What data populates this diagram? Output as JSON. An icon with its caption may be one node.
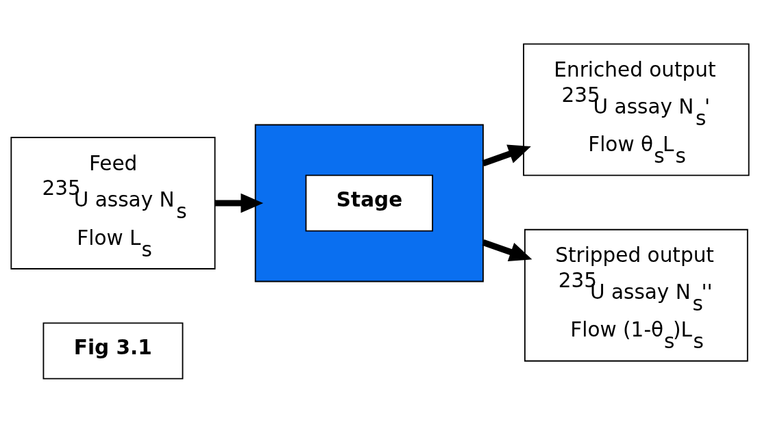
{
  "diagram": {
    "nodes": [
      {
        "text": [
          "Fig 3.1"
        ]
      },
      {
        "text": [
          "Feed",
          "$^{235}$U assay N$_{s}$",
          "Flow L$_{s}$"
        ]
      },
      {
        "text": [],
        "shape": "box"
      },
      {
        "text": [
          "Stage"
        ],
        "in": 2
      },
      {
        "text": [
          "Enriched output",
          "$^{235}$U assay N$_{s}$'",
          "Flow θ$_{s}$L$_{s}$"
        ]
      },
      {
        "text": [
          "Stripped output",
          "$^{235}$U assay N$_{s}$''",
          "Flow (1-θ$_{s}$)L$_{s}$"
        ]
      }
    ],
    "edges": [
      {
        "from": 1,
        "to": 2,
        "arrow": "to"
      },
      {
        "from": 2,
        "to": 4,
        "arrow": "to"
      },
      {
        "from": 2,
        "to": 5,
        "arrow": "to"
      }
    ]
  }
}
